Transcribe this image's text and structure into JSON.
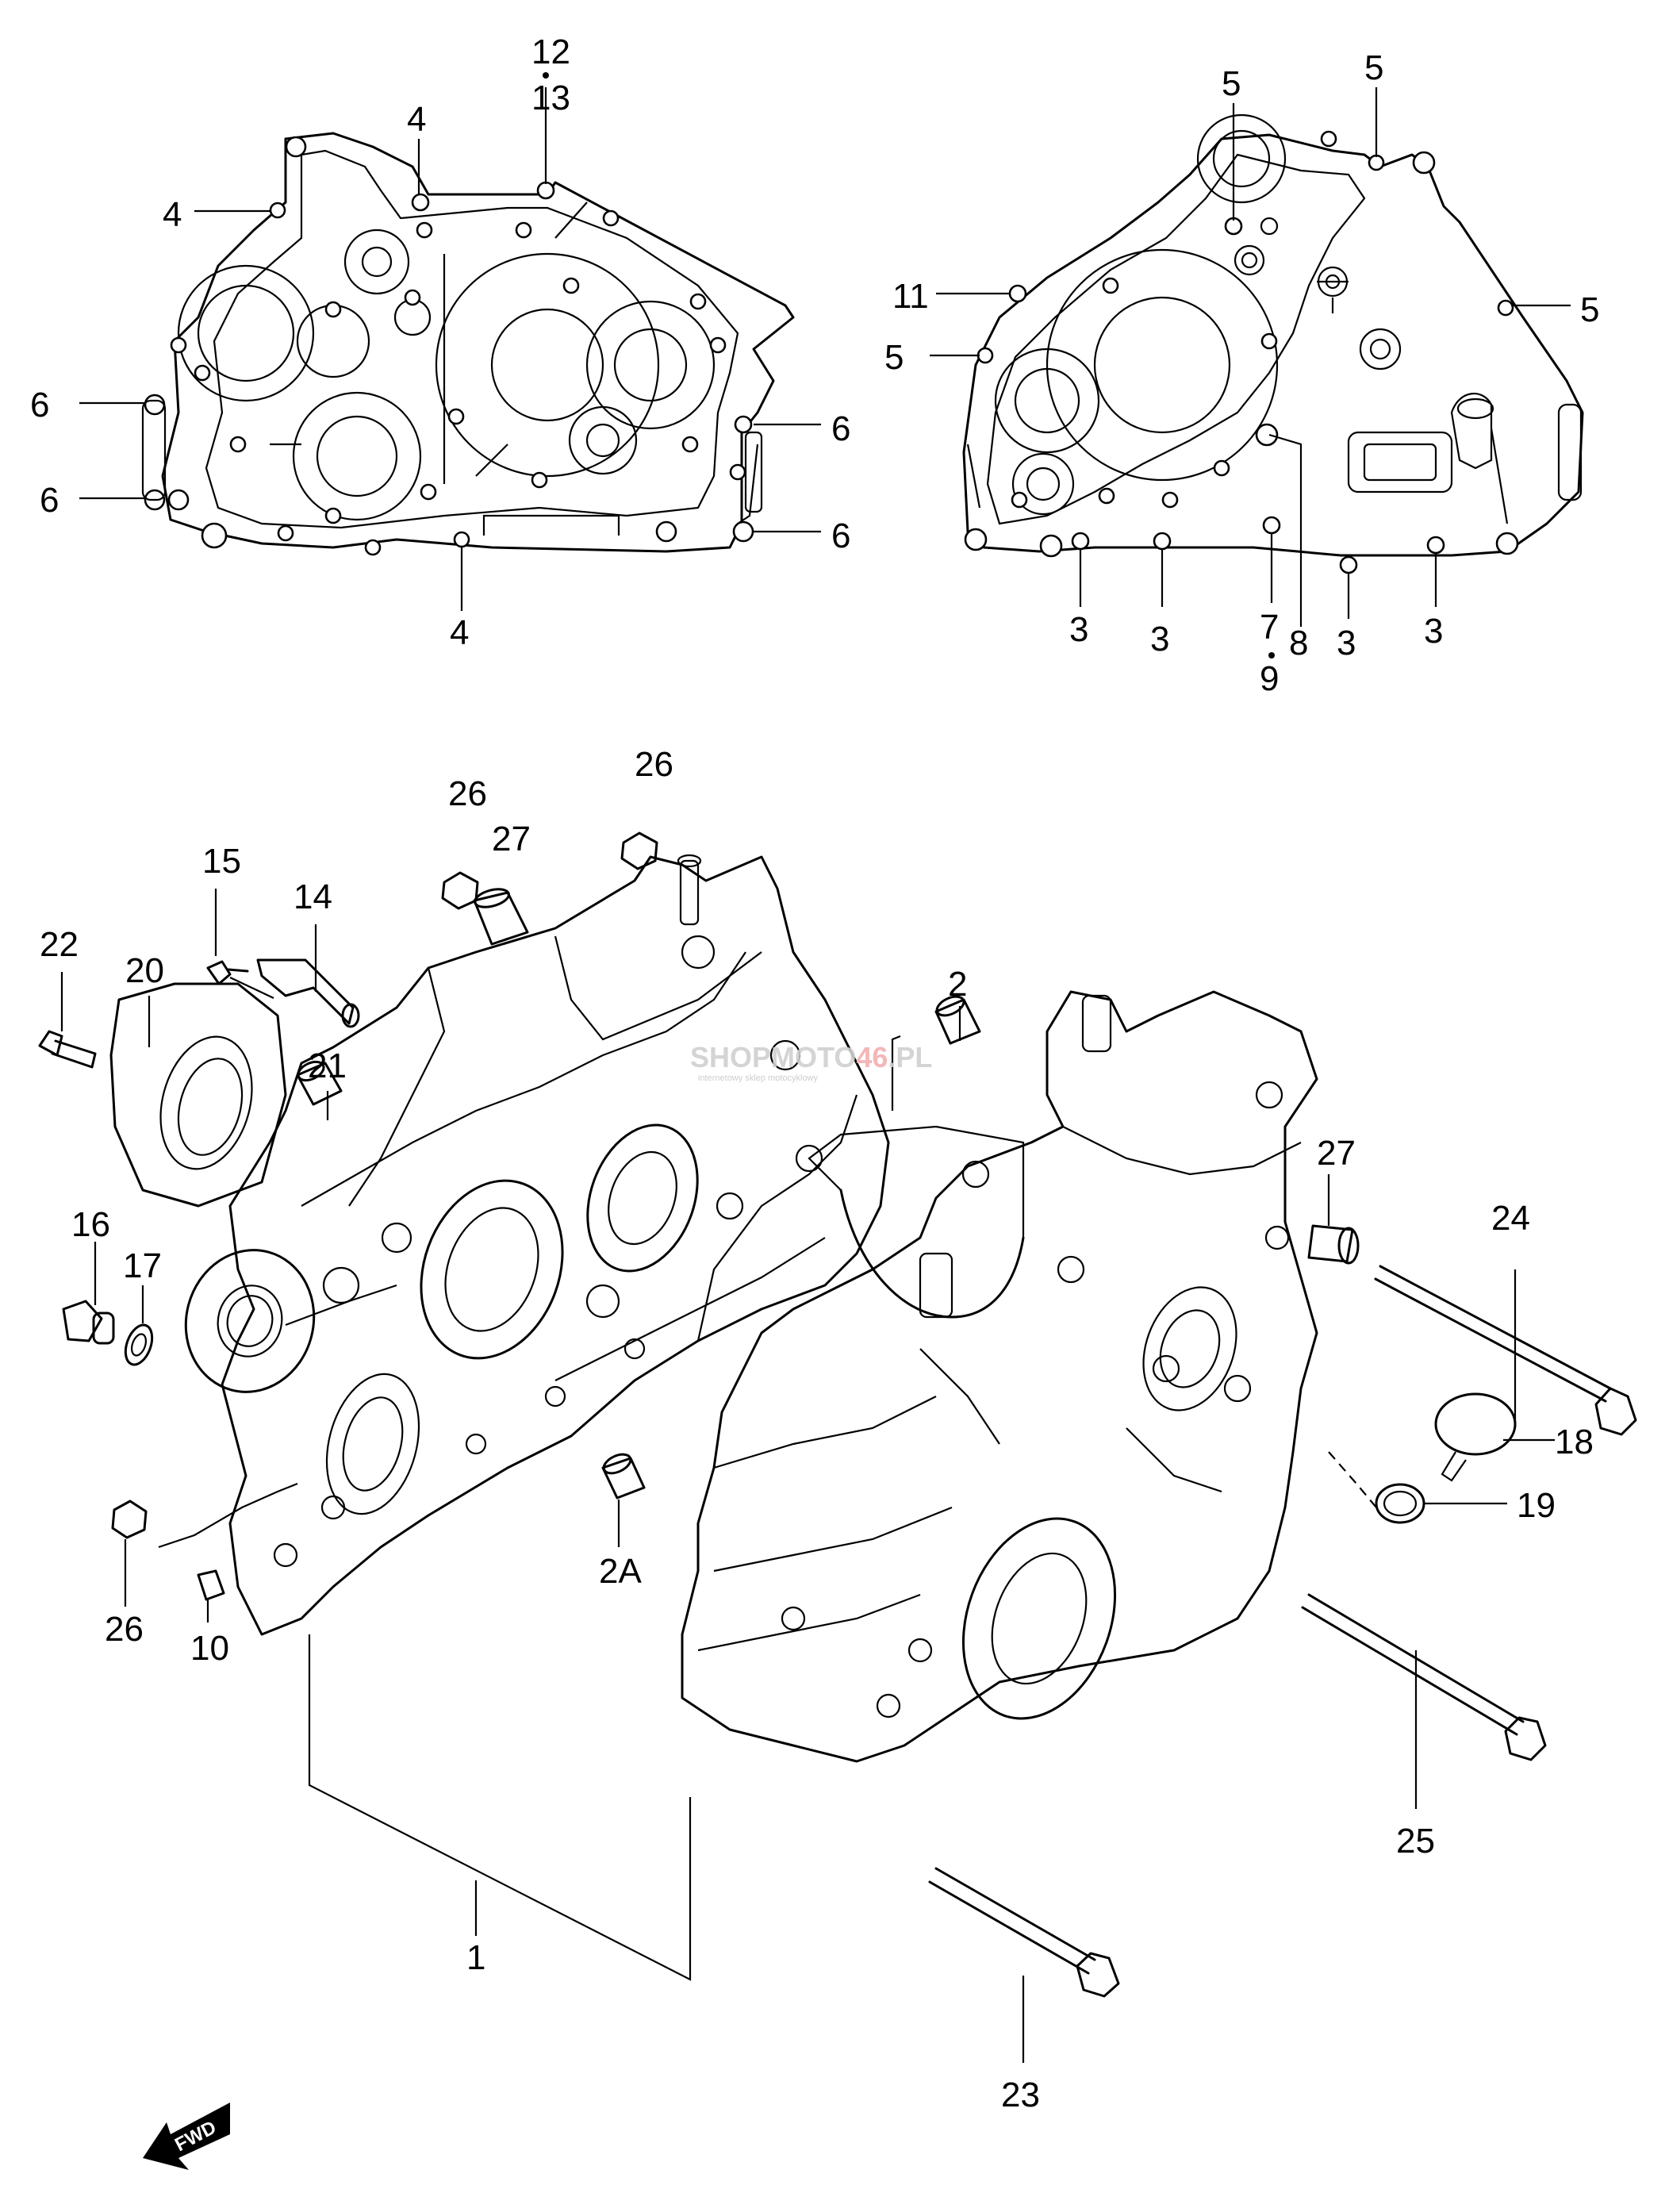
{
  "watermark": {
    "part1": "SHOPMOTO",
    "part2": "46",
    "part3": ".PL",
    "sub": "internetowy sklep motocyklowy"
  },
  "fwd_label": "FWD",
  "callouts": {
    "c12": "12",
    "c13": "13",
    "c4a": "4",
    "c4b": "4",
    "c4c": "4",
    "c6a": "6",
    "c6b": "6",
    "c6c": "6",
    "c6d": "6",
    "c5a": "5",
    "c5b": "5",
    "c5c": "5",
    "c5d": "5",
    "c11": "11",
    "c3a": "3",
    "c3b": "3",
    "c3c": "3",
    "c3d": "3",
    "c7": "7",
    "c8": "8",
    "c9": "9",
    "c26a": "26",
    "c26b": "26",
    "c26c": "26",
    "c27a": "27",
    "c27b": "27",
    "c15": "15",
    "c14": "14",
    "c22": "22",
    "c20": "20",
    "c21": "21",
    "c2": "2",
    "c2A": "2A",
    "c16": "16",
    "c17": "17",
    "c10": "10",
    "c1": "1",
    "c24": "24",
    "c18": "18",
    "c19": "19",
    "c25": "25",
    "c23": "23"
  }
}
